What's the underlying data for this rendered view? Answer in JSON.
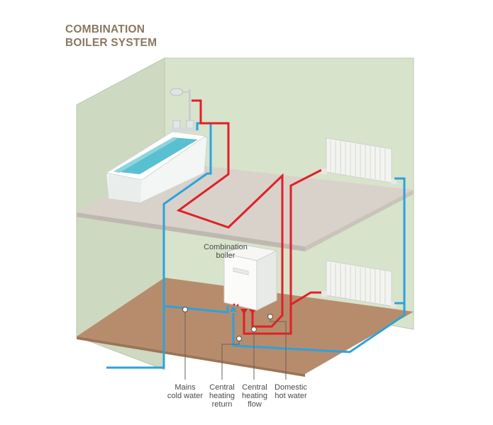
{
  "title": {
    "line1": "COMBINATION",
    "line2": "BOILER SYSTEM"
  },
  "labels": {
    "boiler": {
      "line1": "Combination",
      "line2": "boiler"
    },
    "mains_cold_water": {
      "line1": "Mains",
      "line2": "cold water"
    },
    "central_heating_return": {
      "line1": "Central",
      "line2": "heating",
      "line3": "return"
    },
    "central_heating_flow": {
      "line1": "Central",
      "line2": "heating",
      "line3": "flow"
    },
    "domestic_hot_water": {
      "line1": "Domestic",
      "line2": "hot water"
    }
  },
  "colors": {
    "hot_pipe": "#e02027",
    "cold_pipe": "#2aa3dd",
    "wall": "#d5e0c8",
    "floor_upper": "#d6d0c9",
    "floor_ground": "#b4896b",
    "title": "#8a7760"
  }
}
